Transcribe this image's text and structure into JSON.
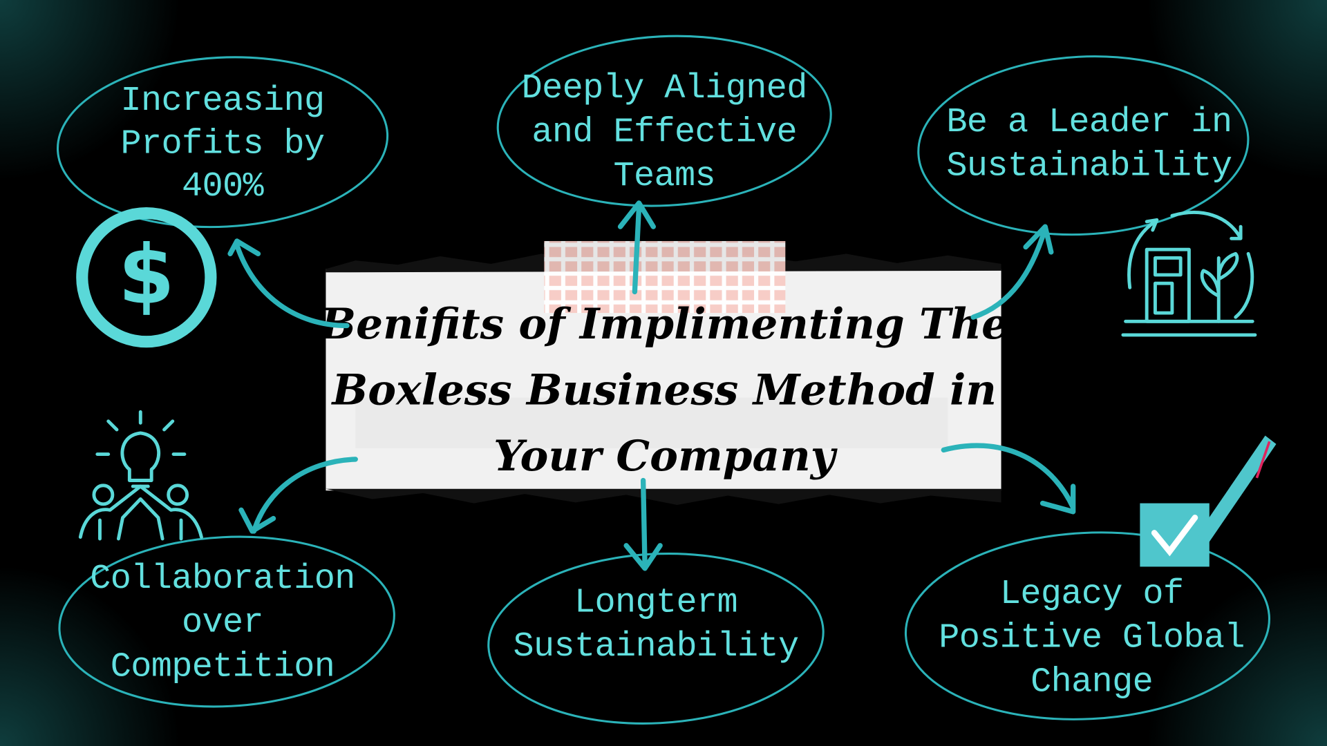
{
  "title": {
    "lines": [
      "Benifits of Implimenting The",
      "Boxless Business Method in",
      "Your Company"
    ]
  },
  "benefits": [
    {
      "lines": [
        "Increasing",
        "Profits by",
        "400%"
      ],
      "icon": "dollar-icon"
    },
    {
      "lines": [
        "Deeply Aligned",
        "and Effective",
        "Teams"
      ]
    },
    {
      "lines": [
        "Be a Leader in",
        "Sustainability"
      ],
      "icon": "sustainable-building-icon"
    },
    {
      "lines": [
        "Collaboration",
        "over",
        "Competition"
      ],
      "icon": "teamwork-lightbulb-icon"
    },
    {
      "lines": [
        "Longterm",
        "Sustainability"
      ]
    },
    {
      "lines": [
        "Legacy of",
        "Positive Global",
        "Change"
      ],
      "icon": "checkbox-pen-icon"
    }
  ],
  "colors": {
    "accent": "#2bb3b9",
    "text": "#62e0df",
    "paper": "#f2f2f2",
    "tape": "#f8c9c2"
  }
}
